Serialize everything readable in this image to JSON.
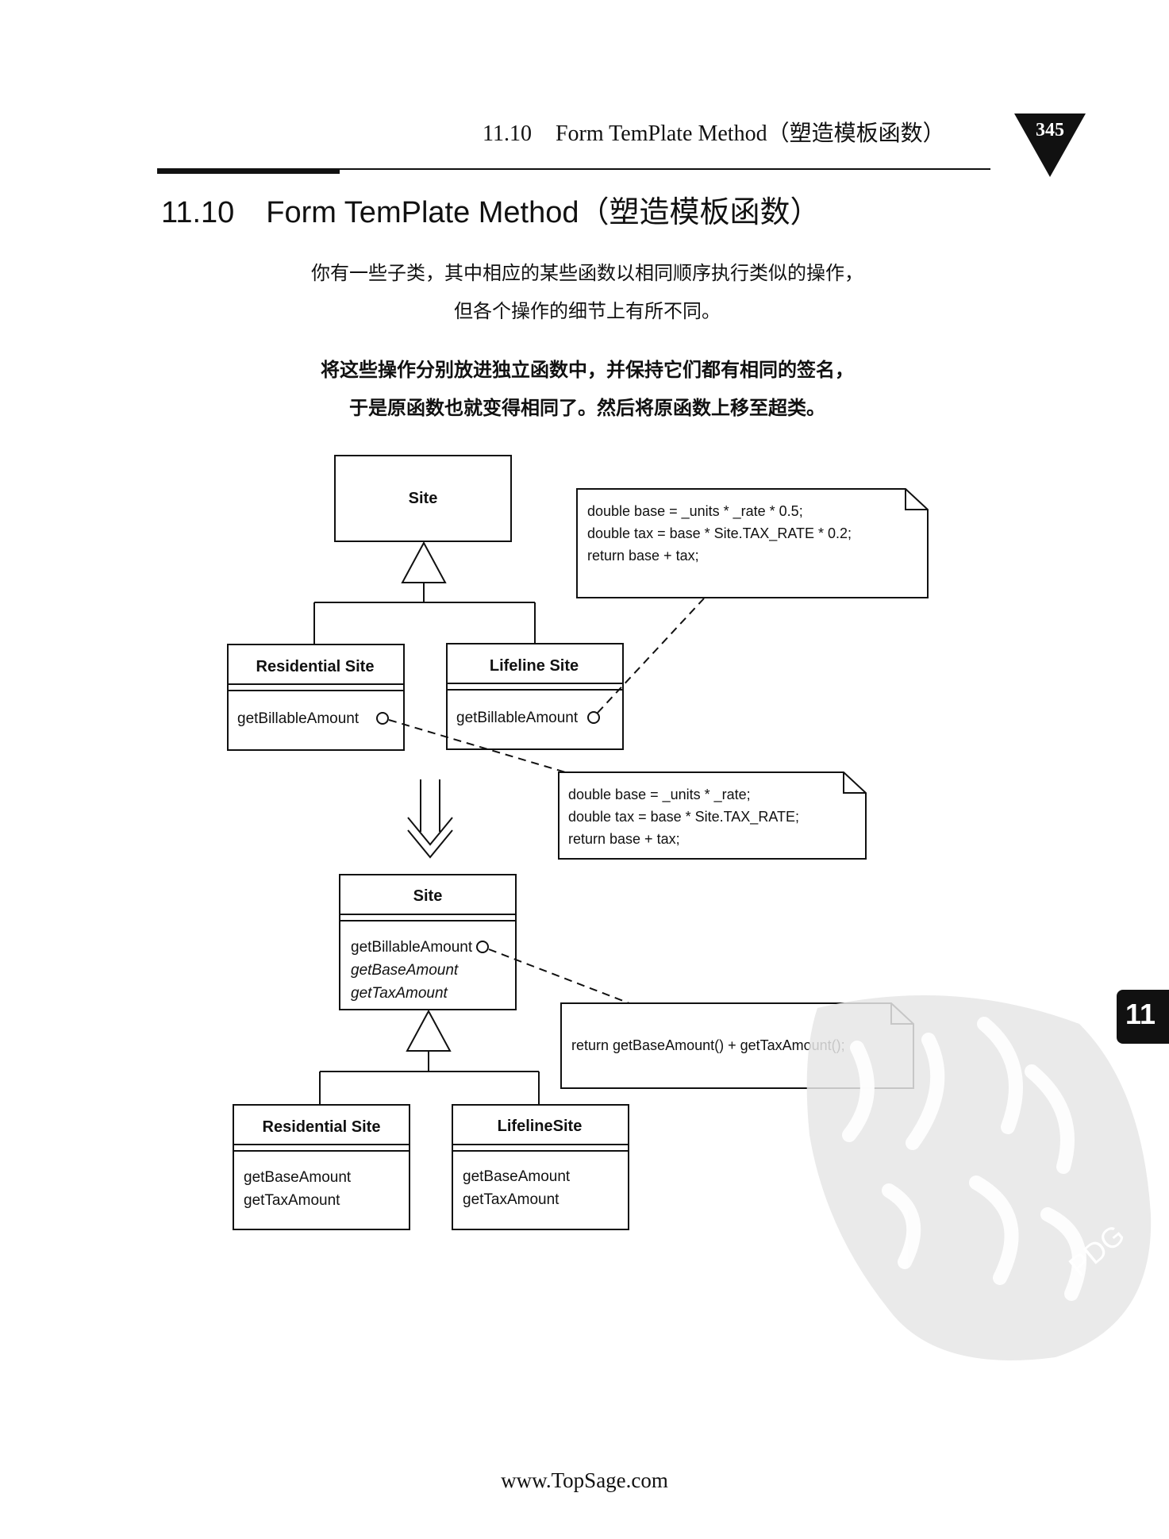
{
  "header": {
    "section_number": "11.10",
    "section_title": "Form TemPlate Method（塑造模板函数）",
    "page_number": "345"
  },
  "section": {
    "number": "11.10",
    "title": "Form TemPlate Method（塑造模板函数）"
  },
  "problem": {
    "line1": "你有一些子类，其中相应的某些函数以相同顺序执行类似的操作，",
    "line2": "但各个操作的细节上有所不同。"
  },
  "solution": {
    "line1": "将这些操作分别放进独立函数中，并保持它们都有相同的签名，",
    "line2": "于是原函数也就变得相同了。然后将原函数上移至超类。"
  },
  "diagram_before": {
    "superclass": "Site",
    "residential": {
      "name": "Residential Site",
      "method": "getBillableAmount"
    },
    "lifeline": {
      "name": "Lifeline Site",
      "method": "getBillableAmount"
    },
    "lifeline_note": [
      "double base = _units * _rate * 0.5;",
      "double tax = base * Site.TAX_RATE * 0.2;",
      "return base + tax;"
    ],
    "residential_note": [
      "double base = _units * _rate;",
      "double tax = base * Site.TAX_RATE;",
      "return base + tax;"
    ]
  },
  "diagram_after": {
    "superclass": "Site",
    "methods": [
      "getBillableAmount",
      "getBaseAmount",
      "getTaxAmount"
    ],
    "note": "return getBaseAmount() + getTaxAmount();",
    "residential": {
      "name": "Residential Site",
      "methods": [
        "getBaseAmount",
        "getTaxAmount"
      ]
    },
    "lifeline": {
      "name": "LifelineSite",
      "methods": [
        "getBaseAmount",
        "getTaxAmount"
      ]
    }
  },
  "chapter_tab": "11",
  "watermark": "PDG",
  "footer": "www.TopSage.com"
}
